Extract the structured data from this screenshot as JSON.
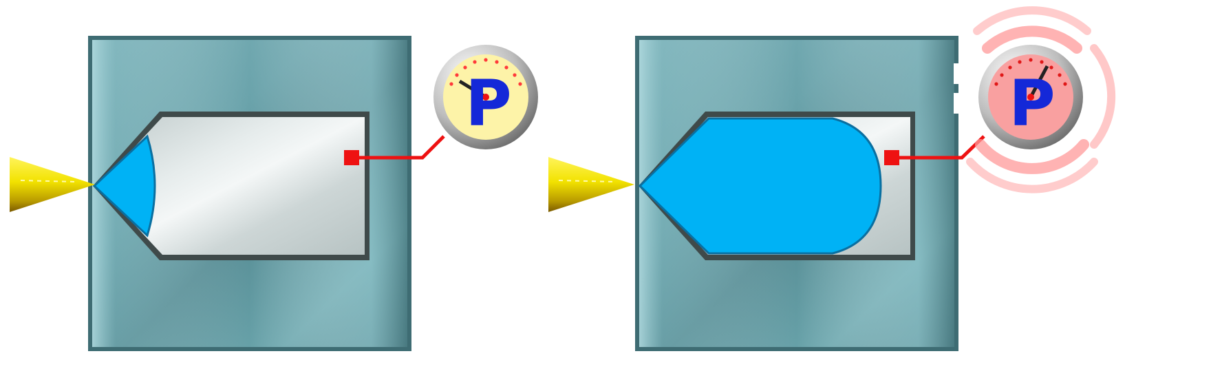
{
  "components": [
    {
      "id": "tank-low",
      "state": "low",
      "fill_level": 0.1,
      "fill_color": "#00b2f5",
      "gauge": {
        "symbol": "P",
        "face_color": "#fdf3a8",
        "alarm": false
      },
      "inlet_color": "#f2e200"
    },
    {
      "id": "tank-high",
      "state": "high",
      "fill_level": 0.8,
      "fill_color": "#00b2f5",
      "gauge": {
        "symbol": "P",
        "face_color": "#f9a0a0",
        "alarm": true,
        "alarm_color": "#ff9a9a"
      },
      "inlet_color": "#f2e200"
    }
  ],
  "colors": {
    "housing": "#5f9aa2",
    "housing_edge": "#3e6c73",
    "cylinder": "#d3dbdb",
    "sensor_line": "#ee1111",
    "gauge_symbol": "#1428d8"
  }
}
